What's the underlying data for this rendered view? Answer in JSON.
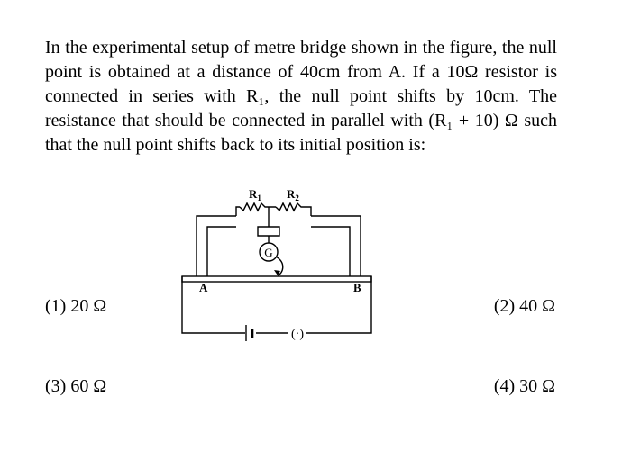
{
  "question": {
    "text": "In the experimental setup of metre bridge shown in the figure, the null point is obtained at a distance of 40cm from A. If a 10Ω resistor is connected in series with R₁, the null point shifts by 10cm. The resistance that should be connected in parallel with (R₁ + 10) Ω such that the null point shifts back to its initial position is:"
  },
  "figure": {
    "r1_main": "R",
    "r1_sub": "1",
    "r2_main": "R",
    "r2_sub": "2",
    "galvanometer": "G",
    "point_a": "A",
    "point_b": "B",
    "key": "(·)"
  },
  "options": [
    {
      "label": "(1) 20 Ω"
    },
    {
      "label": "(2) 40 Ω"
    },
    {
      "label": "(3) 60 Ω"
    },
    {
      "label": "(4) 30 Ω"
    }
  ]
}
